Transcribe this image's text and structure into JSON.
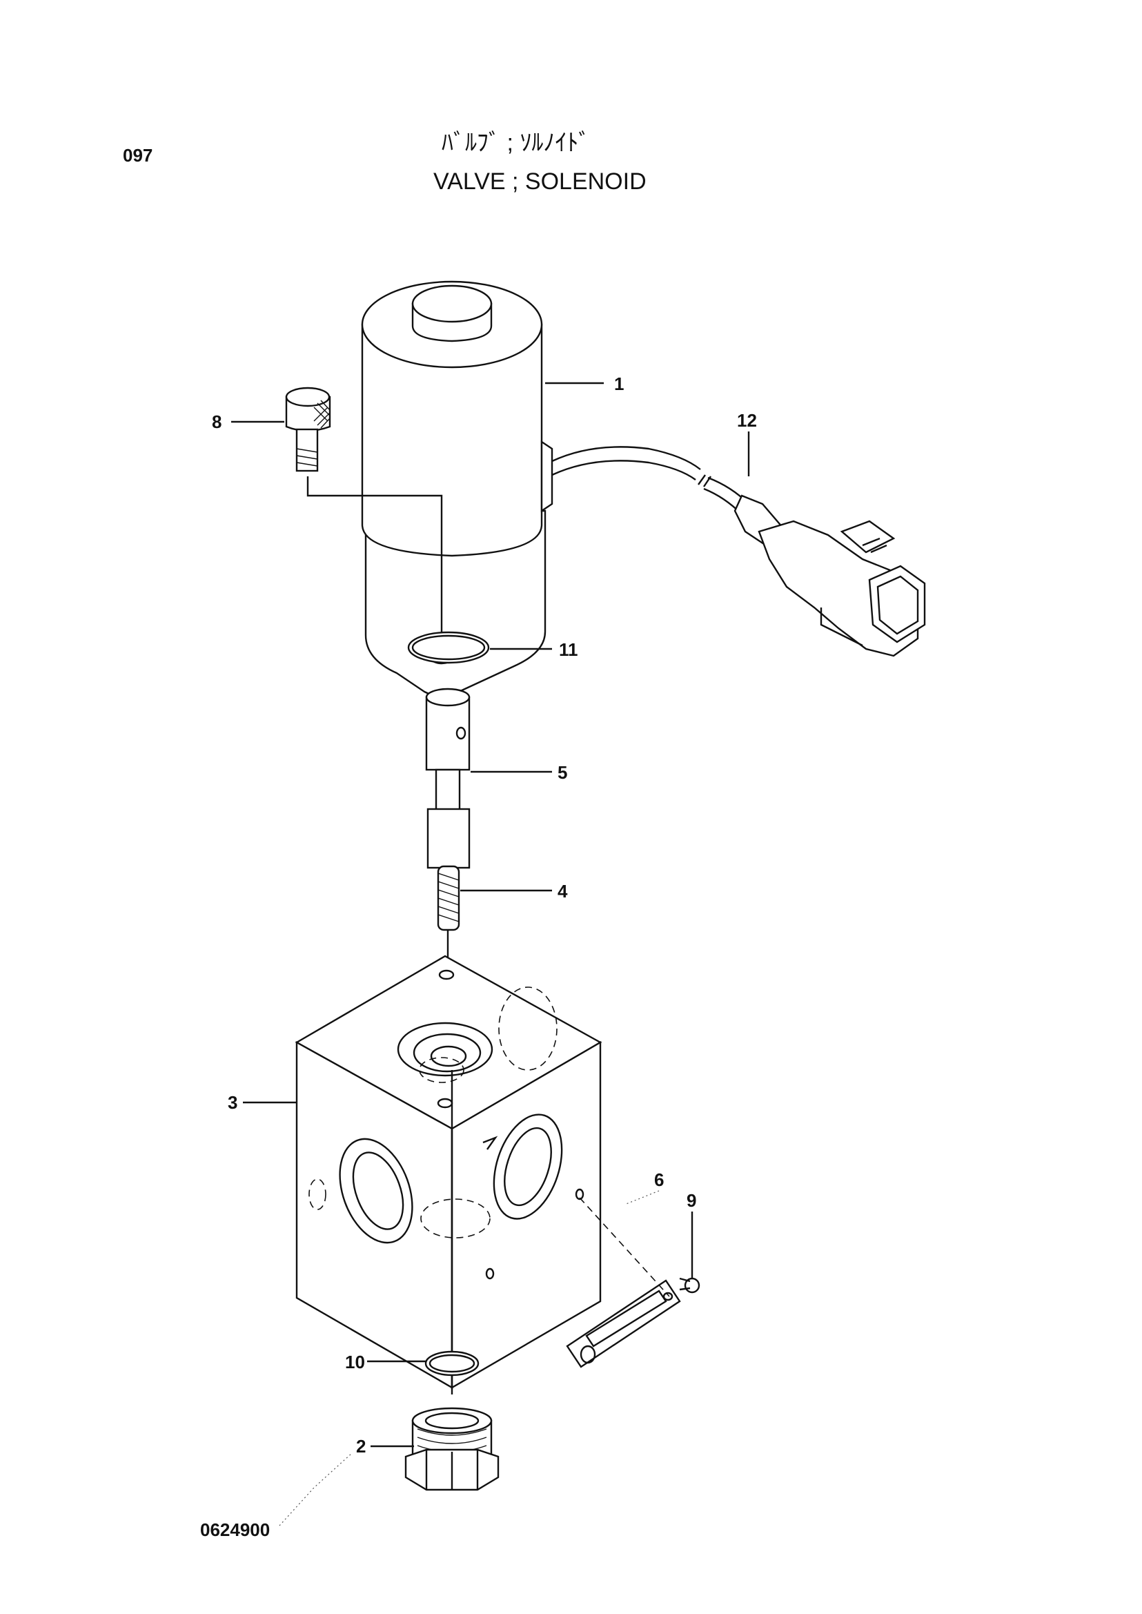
{
  "header": {
    "page_number": "097",
    "title_jp": "ﾊﾞﾙﾌﾞ ; ｿﾙﾉｲﾄﾞ",
    "title_en": "VALVE ; SOLENOID"
  },
  "callouts": {
    "c1": "1",
    "c2": "2",
    "c3": "3",
    "c4": "4",
    "c5": "5",
    "c6": "6",
    "c8": "8",
    "c9": "9",
    "c10": "10",
    "c11": "11",
    "c12": "12"
  },
  "footer": {
    "drawing_number": "0624900"
  }
}
